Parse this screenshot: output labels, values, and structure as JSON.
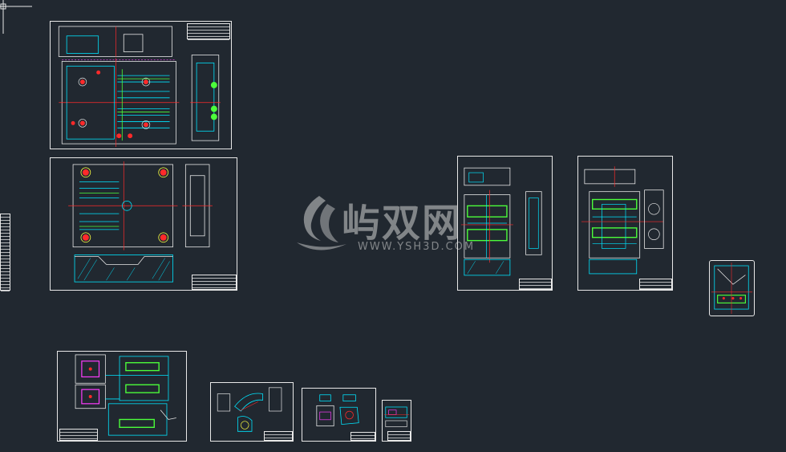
{
  "watermark": {
    "brand": "屿双网",
    "url": "WWW.YSH3D.COM"
  },
  "colors": {
    "background": "#212830",
    "sheet_border": "#e8e8e8",
    "cyan": "#00e5ff",
    "green": "#4cff3a",
    "red": "#ff2a2a",
    "magenta": "#ff3cff",
    "yellow": "#ffff40"
  },
  "icons": {
    "ucs": "ucs-axis-icon",
    "logo": "logo-icon"
  },
  "sheets": [
    {
      "id": "sheet-1",
      "kind": "mold-plan-large"
    },
    {
      "id": "sheet-2",
      "kind": "cavity-plate"
    },
    {
      "id": "sheet-3",
      "kind": "assembly-a"
    },
    {
      "id": "sheet-4",
      "kind": "assembly-b"
    },
    {
      "id": "sheet-5",
      "kind": "detail-small"
    },
    {
      "id": "sheet-6",
      "kind": "mold-core-layout"
    },
    {
      "id": "sheet-7",
      "kind": "part-elbow"
    },
    {
      "id": "sheet-8",
      "kind": "part-block"
    },
    {
      "id": "sheet-9",
      "kind": "part-insert"
    }
  ]
}
